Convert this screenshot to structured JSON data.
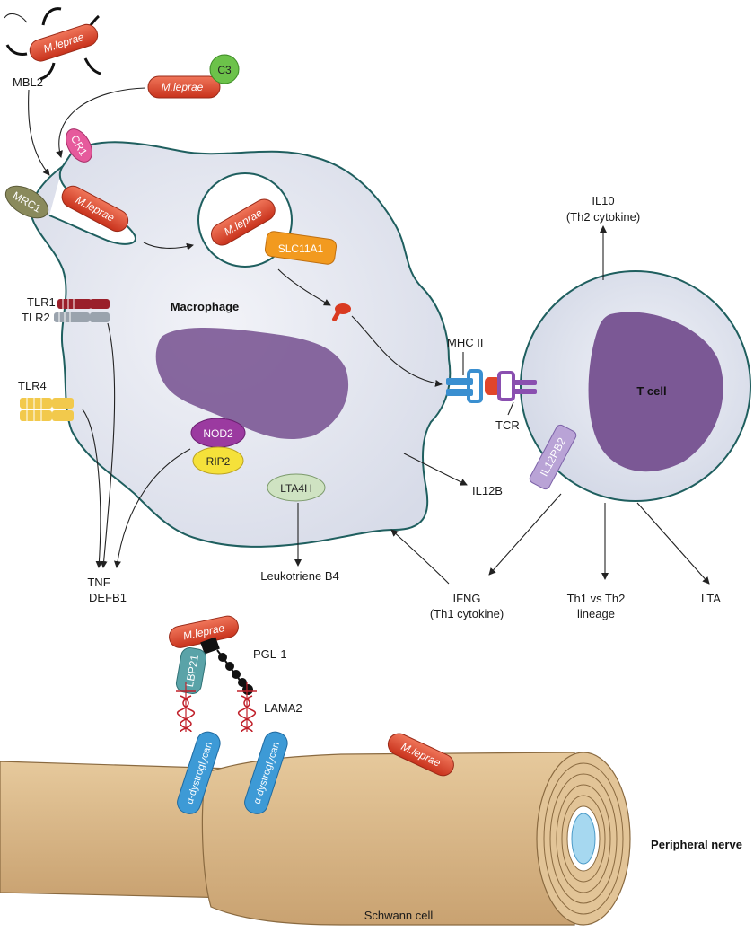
{
  "colors": {
    "bacterium": "#e0452a",
    "macrophage_fill": "#e4e7f0",
    "membrane": "#1f5f5f",
    "nucleus": "#7b5895",
    "nerve": "#d9b98a",
    "dystroglycan": "#3d9ad6"
  },
  "bacterium_label": "M.leprae",
  "molecules": {
    "mbl2": "MBL2",
    "c3": "C3",
    "cr1": "CR1",
    "mrc1": "MRC1",
    "slc11a1": "SLC11A1",
    "tlr1": "TLR1",
    "tlr2": "TLR2",
    "tlr4": "TLR4",
    "nod2": "NOD2",
    "rip2": "RIP2",
    "lta4h": "LTA4H",
    "mhc2": "MHC II",
    "tcr": "TCR",
    "il12rb2": "IL12RB2",
    "lbp21": "LBP21",
    "pgl1": "PGL-1",
    "lama2": "LAMA2",
    "dystroglycan": "α-dystroglycan"
  },
  "cells": {
    "macrophage": "Macrophage",
    "t_cell": "T cell",
    "schwann": "Schwann cell",
    "nerve": "Peripheral nerve"
  },
  "outputs": {
    "il10": "IL10",
    "il10_sub": "(Th2 cytokine)",
    "tnf": "TNF",
    "defb1": "DEFB1",
    "ltb4": "Leukotriene B4",
    "il12b": "IL12B",
    "ifng": "IFNG",
    "ifng_sub": "(Th1 cytokine)",
    "th1th2": "Th1 vs Th2",
    "th1th2_sub": "lineage",
    "lta": "LTA"
  }
}
